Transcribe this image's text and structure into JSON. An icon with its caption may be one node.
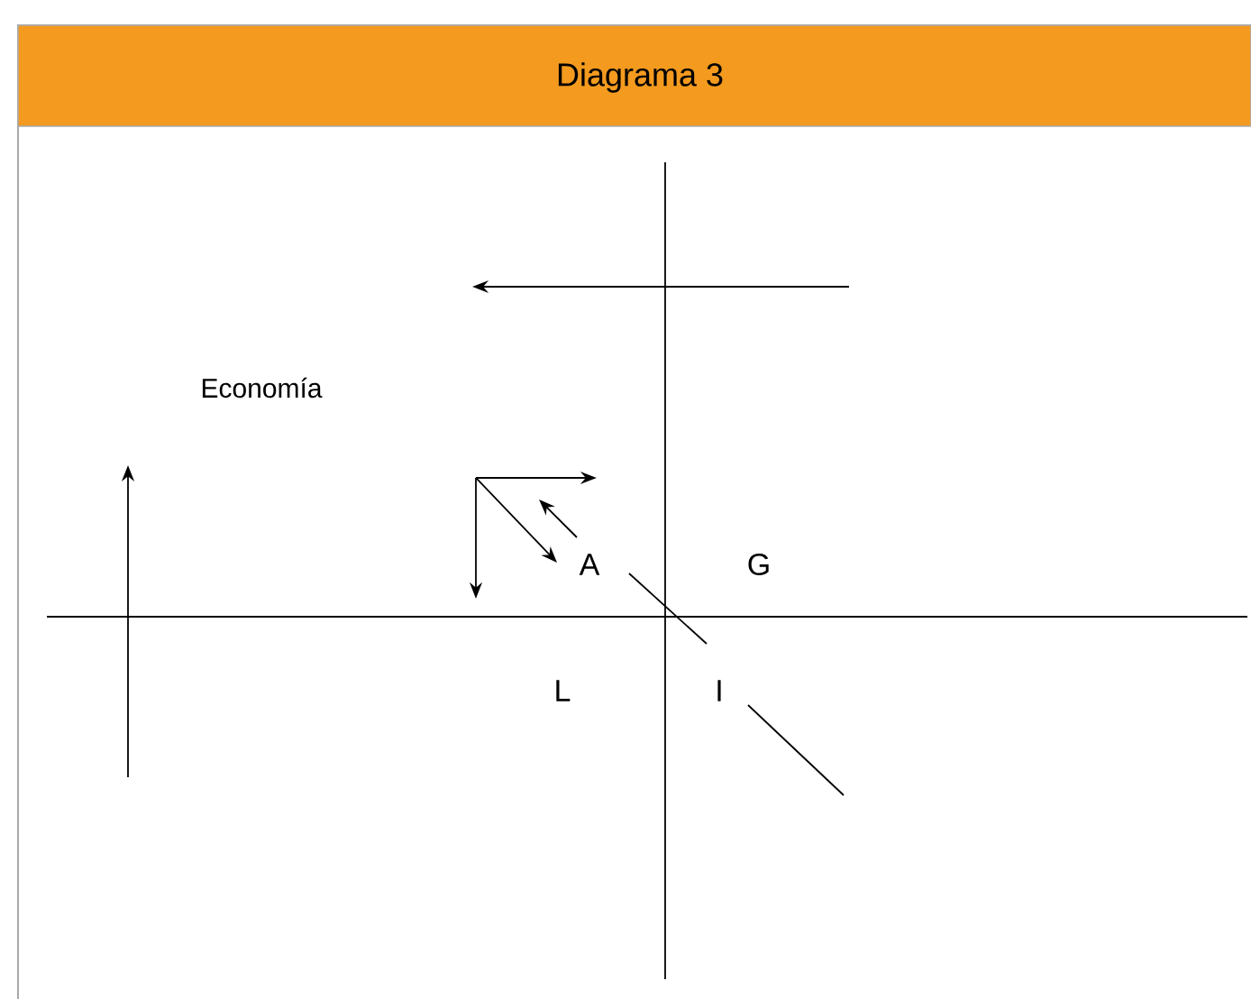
{
  "diagram": {
    "title": "Diagrama 3",
    "labels": [
      "Economía",
      "A",
      "G",
      "L",
      "I"
    ]
  }
}
